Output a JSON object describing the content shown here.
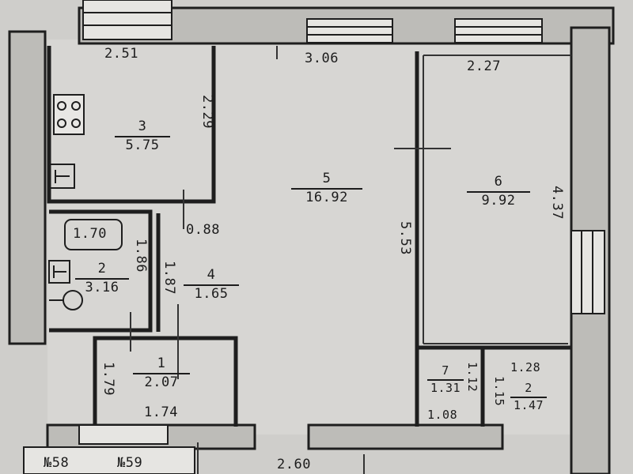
{
  "rooms": [
    {
      "number": "3",
      "area": "5.75"
    },
    {
      "number": "5",
      "area": "16.92"
    },
    {
      "number": "6",
      "area": "9.92"
    },
    {
      "number": "2",
      "area": "3.16"
    },
    {
      "number": "4",
      "area": "1.65"
    },
    {
      "number": "1",
      "area": "2.07"
    },
    {
      "number": "7",
      "area": "1.31"
    },
    {
      "number": "2",
      "area": "1.47"
    }
  ],
  "dimensions": {
    "kitchen_top": "2.51",
    "room5_top": "3.06",
    "room6_top": "2.27",
    "kitchen_side": "2.29",
    "room5_side": "5.53",
    "room6_side": "4.37",
    "corridor_top": "0.88",
    "bath_box": "1.70",
    "bath_side": "1.86",
    "corridor_side": "1.87",
    "hall_side": "1.79",
    "hall_bottom": "1.74",
    "closet7_bottom": "1.08",
    "closet7_side": "1.12",
    "closet2_side": "1.15",
    "closet2_top": "1.28",
    "bottom_dim": "2.60"
  },
  "neighbor_labels": {
    "left": "№58",
    "right": "№59"
  }
}
